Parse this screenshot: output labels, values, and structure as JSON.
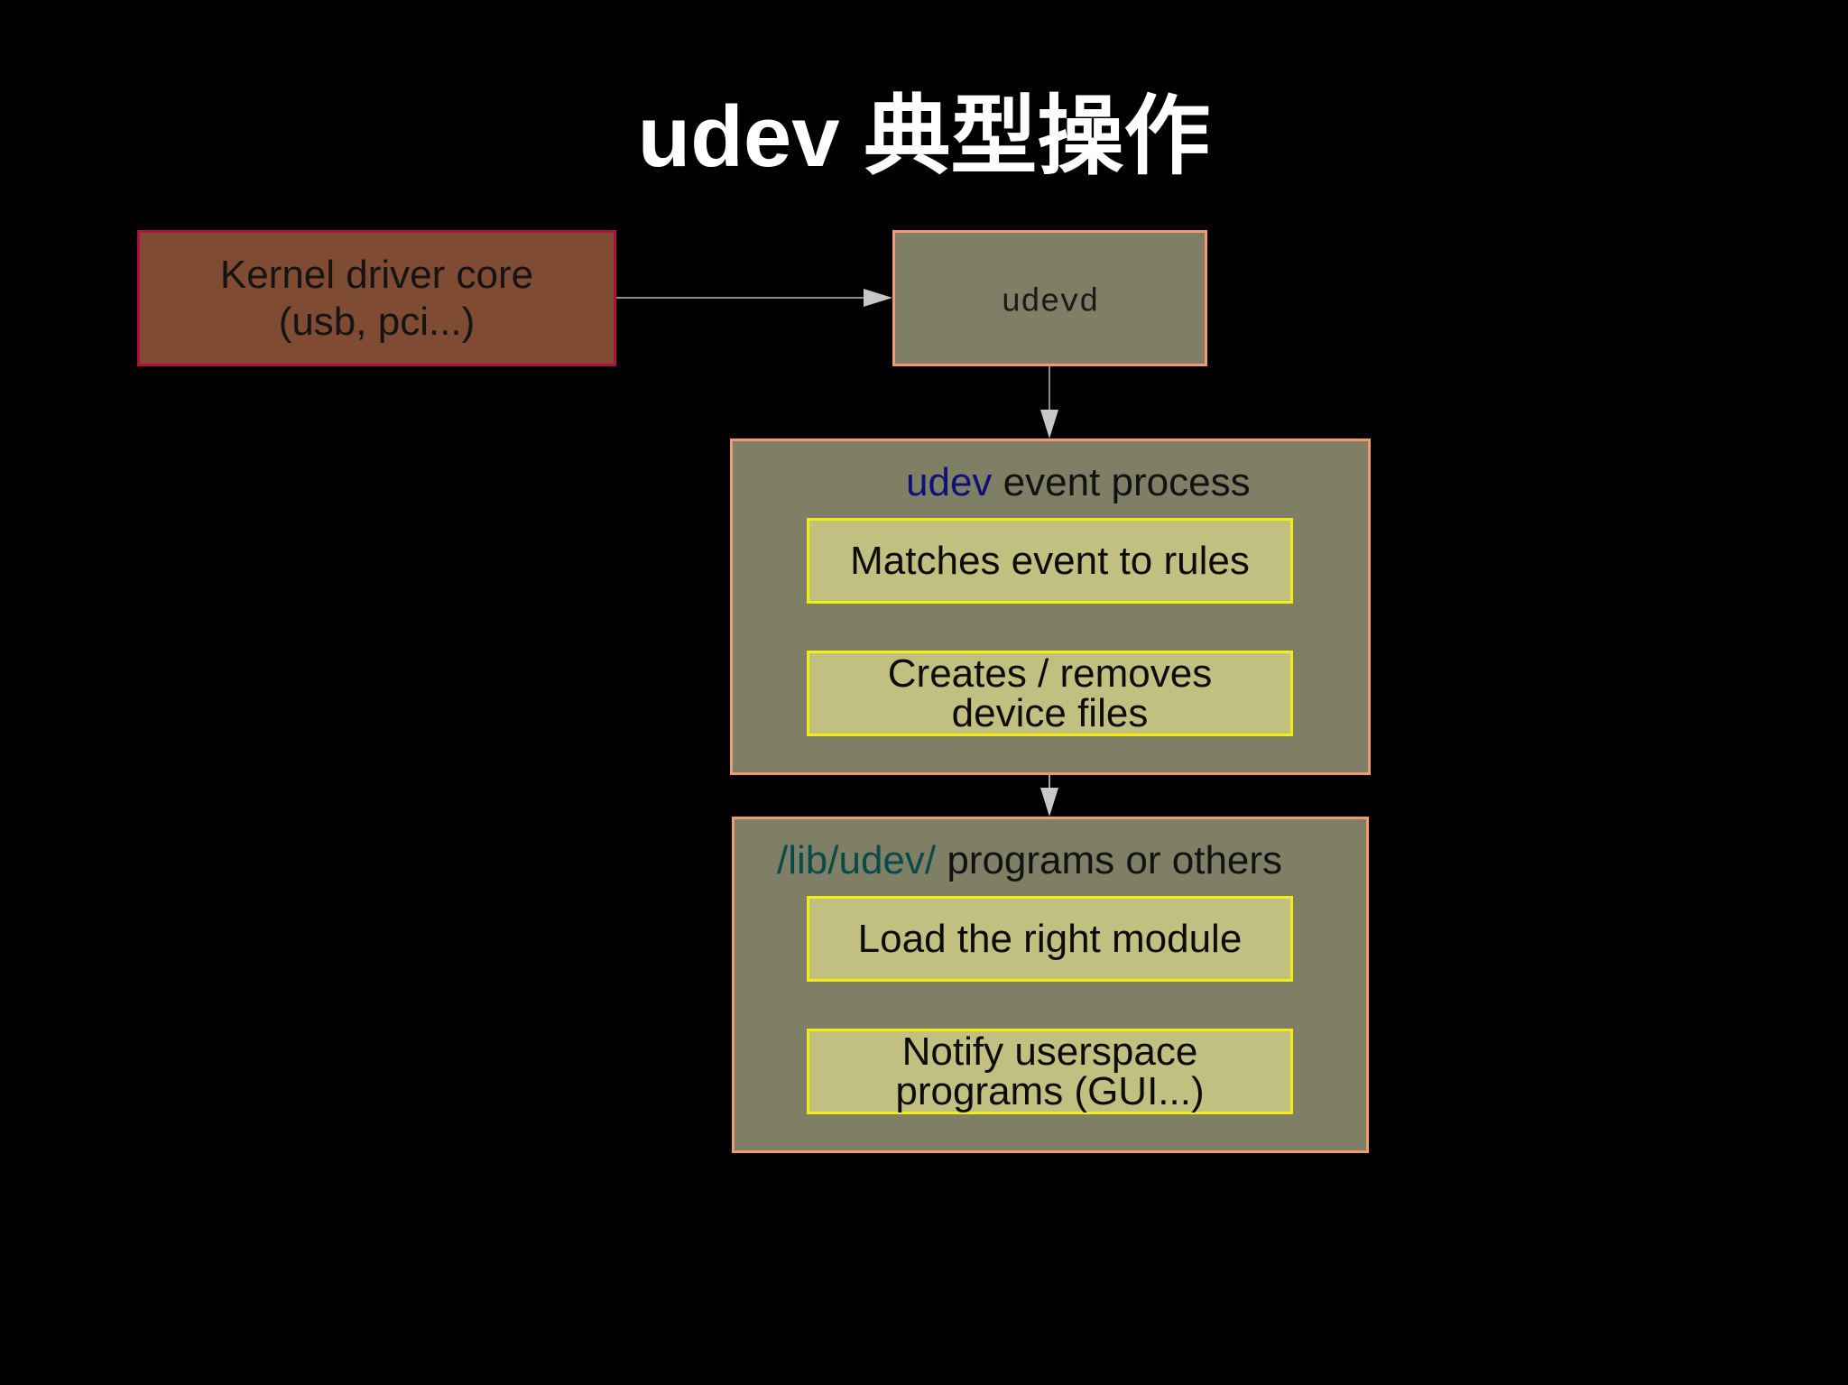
{
  "title": "udev 典型操作",
  "nodes": {
    "kernel": {
      "line1": "Kernel driver core",
      "line2": "(usb, pci...)"
    },
    "udevd": {
      "label": "udevd"
    },
    "event_process": {
      "title_highlight": "udev",
      "title_rest": " event process",
      "steps": [
        {
          "line1": "Matches event to rules",
          "line2": ""
        },
        {
          "line1": "Creates / removes",
          "line2": "device files"
        }
      ]
    },
    "programs": {
      "title_highlight": "/lib/udev/",
      "title_rest": " programs or others",
      "steps": [
        {
          "line1": "Load the right module",
          "line2": ""
        },
        {
          "line1": "Notify userspace",
          "line2": "programs (GUI...)"
        }
      ]
    }
  },
  "colors": {
    "background": "#000000",
    "kernel_fill": "#7f4c33",
    "kernel_border": "#b01040",
    "process_fill": "#7f7f66",
    "process_border": "#f09a70",
    "step_fill": "#c2c080",
    "step_border": "#f2ee10",
    "highlight_blue": "#10107a",
    "highlight_teal": "#0a4a48"
  }
}
